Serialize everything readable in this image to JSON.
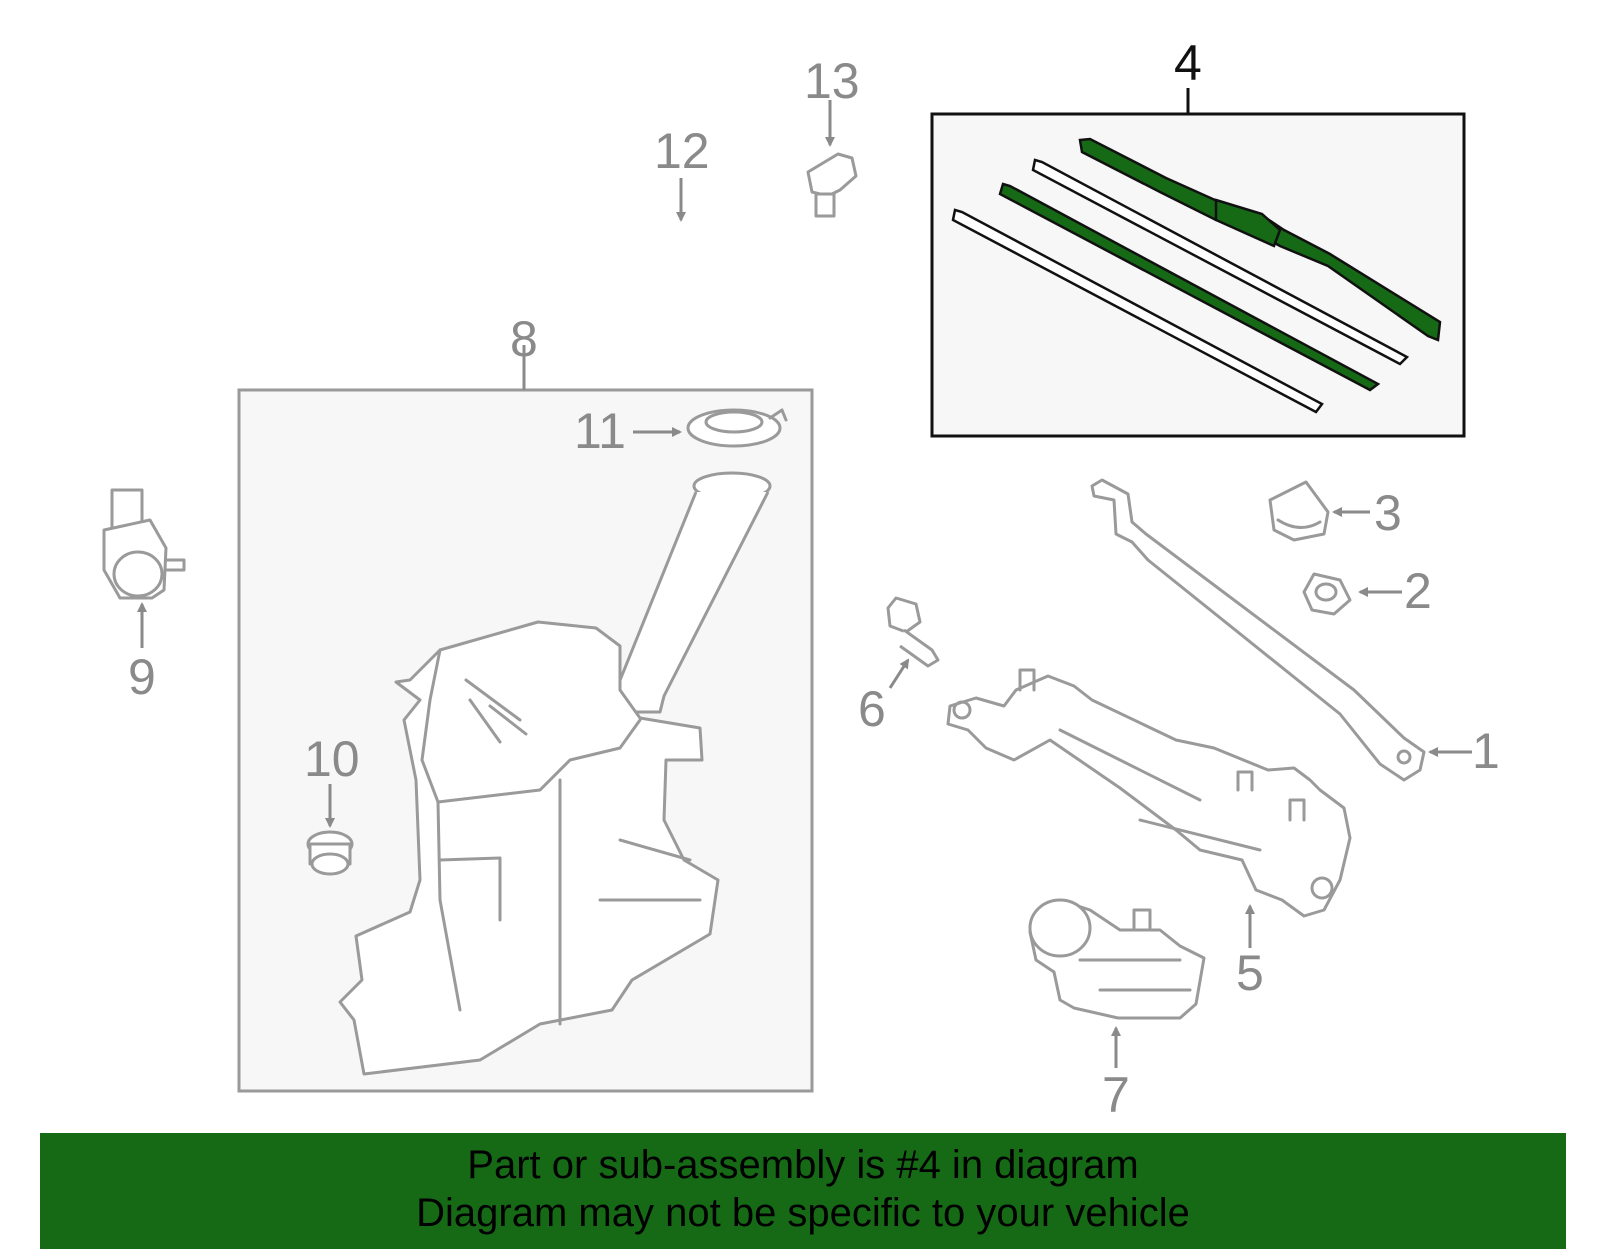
{
  "callouts": {
    "c1": "1",
    "c2": "2",
    "c3": "3",
    "c4": "4",
    "c5": "5",
    "c6": "6",
    "c7": "7",
    "c8": "8",
    "c9": "9",
    "c10": "10",
    "c11": "11",
    "c12": "12",
    "c13": "13"
  },
  "highlight_color": "#166a16",
  "banner": {
    "line1": "Part or sub-assembly is #4 in diagram",
    "line2": "Diagram may not be specific to your vehicle"
  }
}
